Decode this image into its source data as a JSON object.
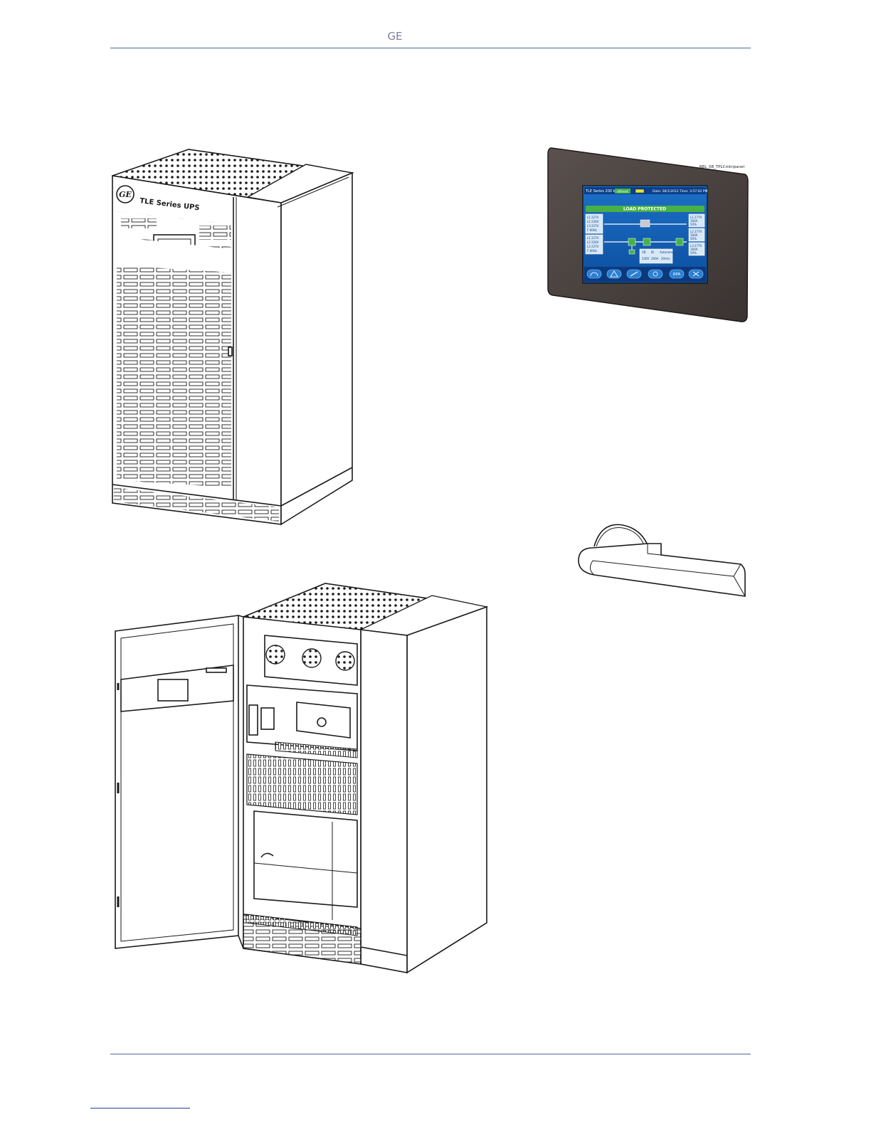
{
  "header": {
    "brand": "GE"
  },
  "figures": {
    "ups_closed": {
      "logo": "GE",
      "front_label": "TLE Series UPS"
    },
    "control_panel": {
      "corner_code": "REL_08_TPLCmtripanel",
      "screen": {
        "model": "TLE Series 200 kVA",
        "mode_badge": "eBoost",
        "date": "Date: 06/1/2012",
        "time": "Time: 3:57:02 PM",
        "status": "LOAD PROTECTED",
        "left_input": [
          "L1 227V",
          "L2 226V",
          "L3 227V",
          "F 60Hz"
        ],
        "left_bypass": [
          "L1 227V",
          "L2 226V",
          "L3 227V",
          "F 60Hz"
        ],
        "right_output_1": [
          "L1 277V",
          "160A",
          "50%"
        ],
        "right_output_2": [
          "L2 277V",
          "160A",
          "50%"
        ],
        "right_output_3": [
          "L3 277V",
          "160A",
          "50%"
        ],
        "battery": [
          "VB",
          "IB",
          "Autonomy",
          "540V",
          "200A",
          "20min"
        ],
        "nav_buttons": [
          "gauge",
          "alarm",
          "wrench",
          "settings",
          "RPA",
          "fan"
        ]
      }
    }
  }
}
